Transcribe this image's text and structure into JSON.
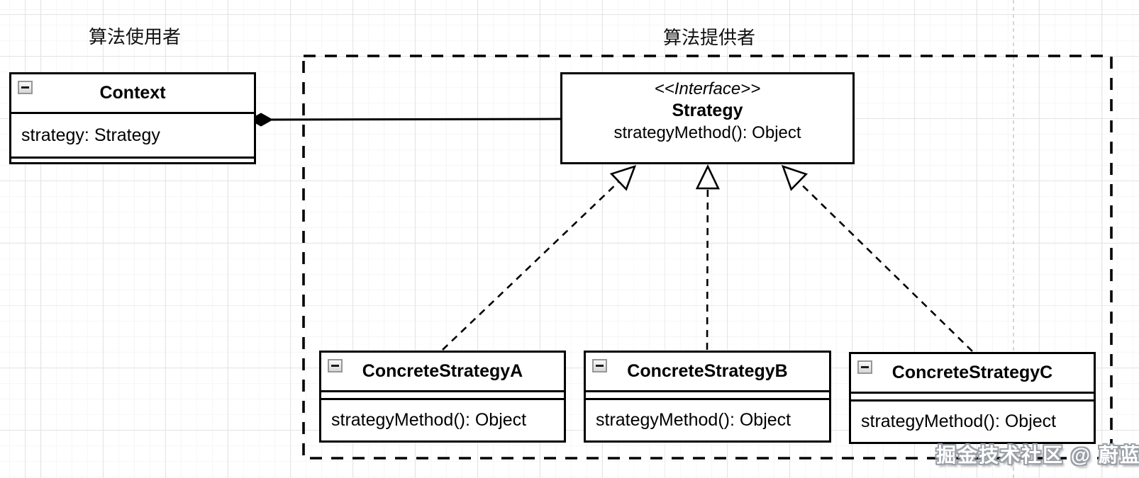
{
  "labels": {
    "algorithm_consumer": "算法使用者",
    "algorithm_provider": "算法提供者"
  },
  "classes": {
    "context": {
      "title": "Context",
      "attribute": "strategy: Strategy"
    },
    "strategy_interface": {
      "stereotype": "<<Interface>>",
      "name": "Strategy",
      "method": "strategyMethod(): Object"
    },
    "concrete_a": {
      "title": "ConcreteStrategyA",
      "method": "strategyMethod(): Object"
    },
    "concrete_b": {
      "title": "ConcreteStrategyB",
      "method": "strategyMethod(): Object"
    },
    "concrete_c": {
      "title": "ConcreteStrategyC",
      "method": "strategyMethod(): Object"
    }
  },
  "relations": [
    {
      "type": "aggregation",
      "from": "Context",
      "to": "Strategy"
    },
    {
      "type": "realization",
      "from": "ConcreteStrategyA",
      "to": "Strategy"
    },
    {
      "type": "realization",
      "from": "ConcreteStrategyB",
      "to": "Strategy"
    },
    {
      "type": "realization",
      "from": "ConcreteStrategyC",
      "to": "Strategy"
    }
  ],
  "watermark": {
    "text": "掘金技术社区 @ 蔚蓝_"
  },
  "icons": {
    "collapse_button": "minus-icon"
  },
  "colors": {
    "stroke": "#000000",
    "box_background": "#ffffff",
    "grid_minor": "#f6f6f6",
    "grid_major": "#e3e3e3",
    "page_guide": "#cccccc"
  }
}
